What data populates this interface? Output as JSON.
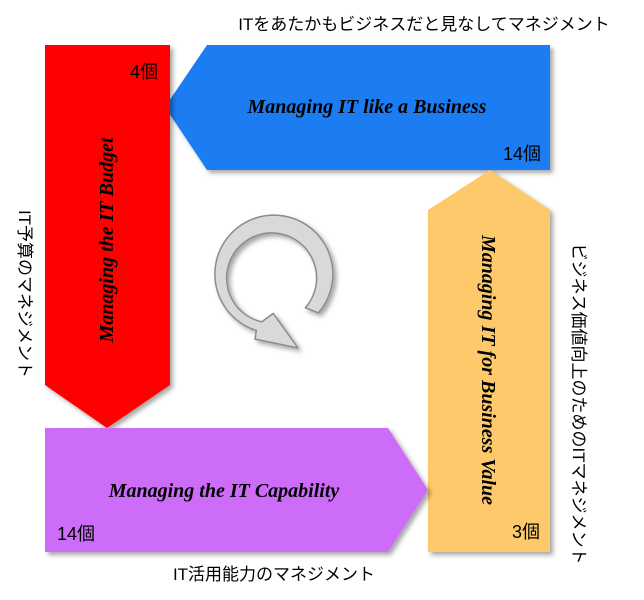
{
  "colors": {
    "budget": "#ff0000",
    "business": "#1b7cf2",
    "value": "#fdc96b",
    "capability": "#cc6cf8",
    "cycle": "#d9d9d9"
  },
  "top_caption": "ITをあたかもビジネスだと見なしてマネジメント",
  "left_caption": "IT予算のマネジメント",
  "right_caption": "ビジネス価値向上のためのITマネジメント",
  "bottom_caption": "IT活用能力のマネジメント",
  "arrows": {
    "budget": {
      "title": "Managing the IT Budget",
      "count": "4個"
    },
    "business": {
      "title": "Managing IT like a Business",
      "count": "14個"
    },
    "value": {
      "title": "Managing IT for Business Value",
      "count": "3個"
    },
    "capability": {
      "title": "Managing the IT Capability",
      "count": "14個"
    }
  },
  "cycle_icon": "circular-arrow-icon"
}
